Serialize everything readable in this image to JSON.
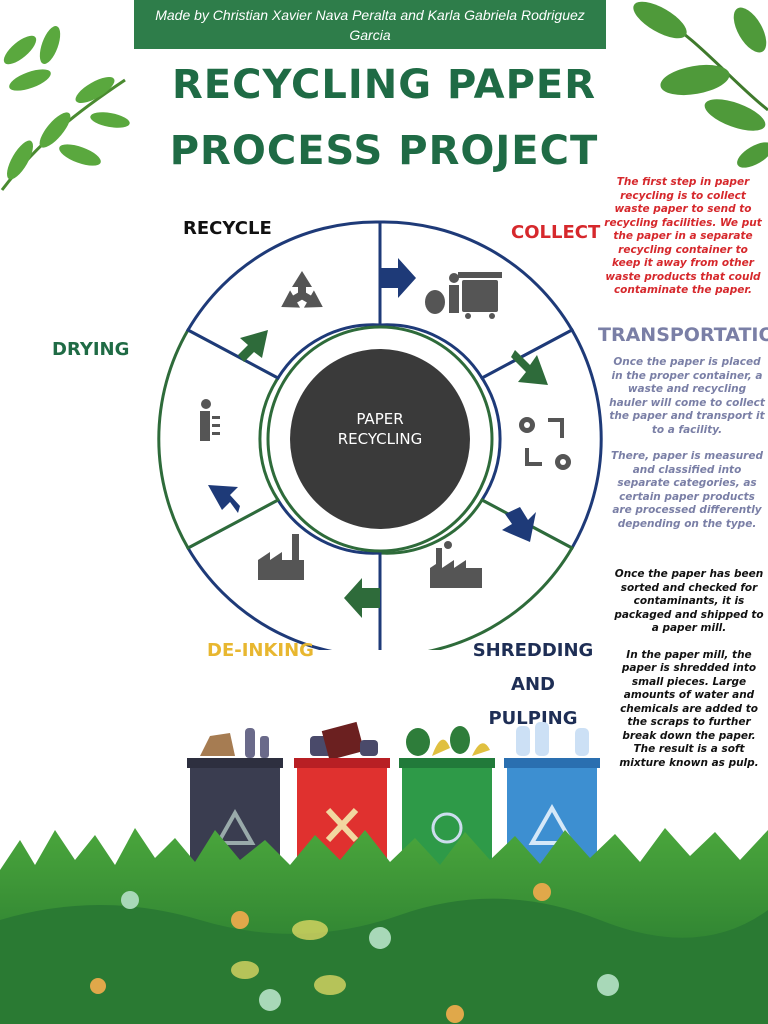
{
  "credit": "Made by Christian Xavier Nava Peralta and Karla Gabriela Rodriguez Garcia",
  "title": {
    "line1": "RECYCLING PAPER",
    "line2": "PROCESS PROJECT"
  },
  "center_label": {
    "line1": "PAPER",
    "line2": "RECYCLING"
  },
  "steps": {
    "recycle": "RECYCLE",
    "collect": "COLLECT",
    "drying": "DRYING",
    "transportation": "TRANSPORTATION",
    "deinking": "DE-INKING",
    "shredding_line1": "SHREDDING AND",
    "shredding_line2": "PULPING"
  },
  "descriptions": {
    "collect": "The first step in paper recycling is to collect waste paper to send to recycling facilities. We put the paper in a separate recycling container to keep it away from other waste products that could contaminate the paper.",
    "transport_p1": "Once the paper is placed in the proper container, a waste and recycling hauler will come to collect the paper and transport it to a facility.",
    "transport_p2": "There, paper is measured and classified into separate categories, as certain paper products are processed differently depending on the type.",
    "pulp_p1": "Once the paper has been sorted and checked for contaminants, it is packaged and shipped to a paper mill.",
    "pulp_p2": "In the paper mill, the paper is shredded into small pieces. Large amounts of water and chemicals are added to the scraps to further break down the paper. The result is a soft mixture known as pulp."
  },
  "colors": {
    "title_green": "#1f6b45",
    "collect_red": "#d6282c",
    "transport_slate": "#7a7fa6",
    "deink_yellow": "#e8b730",
    "navy": "#1e3a78",
    "ring_green": "#2e6b3a"
  },
  "icons": [
    "recycle-icon",
    "trash-bin-icon",
    "gears-icon",
    "factory-icon",
    "factory-small-icon",
    "person-money-icon"
  ]
}
